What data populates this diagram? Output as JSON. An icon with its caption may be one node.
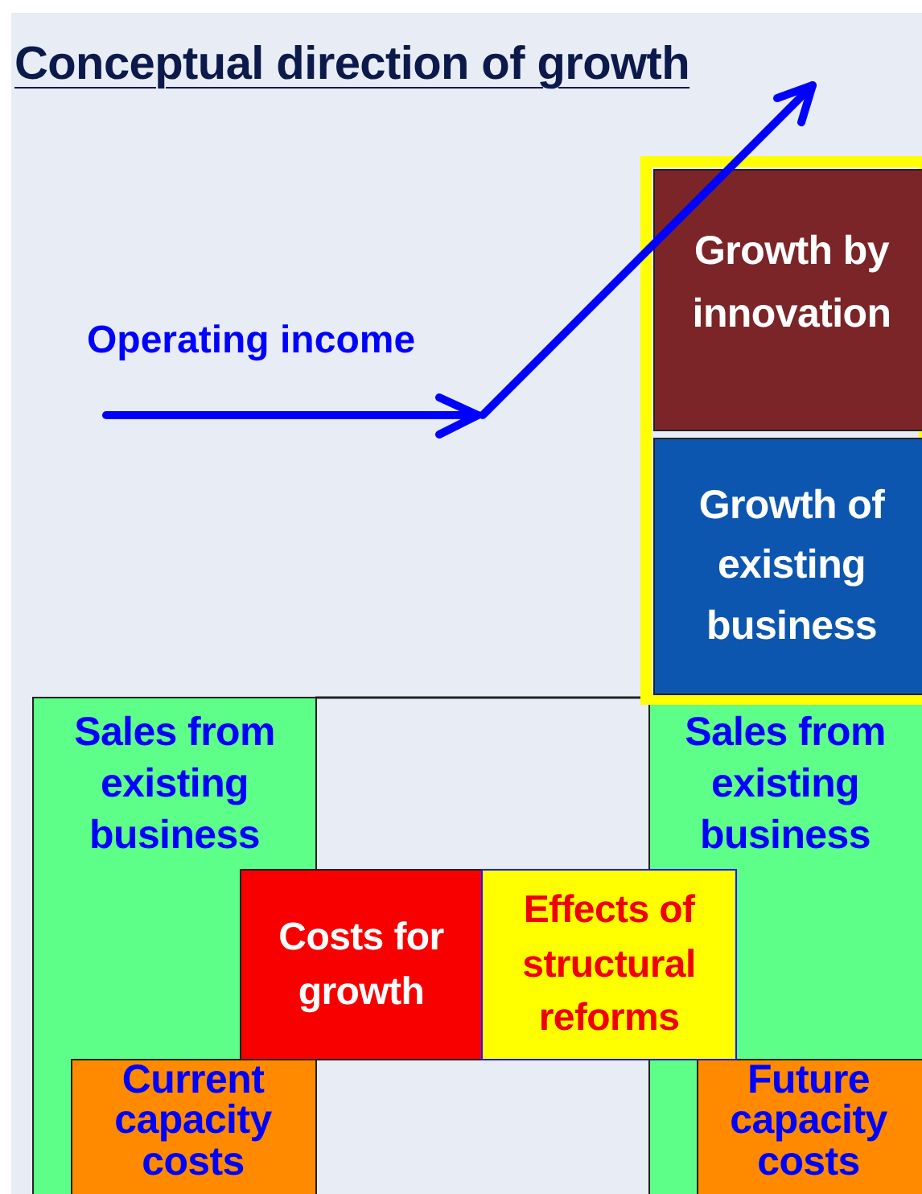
{
  "diagram": {
    "title": "Conceptual direction of growth",
    "nodes": [
      {
        "text": [],
        "shape": "box"
      },
      {
        "text": [
          "Growth by innovation"
        ],
        "in": 0
      },
      {
        "text": [
          "Growth of existing business"
        ],
        "in": 0
      },
      {
        "text": [
          "Sales from existing business"
        ]
      },
      {
        "text": [
          "Sales from existing business"
        ]
      },
      {
        "text": [
          "Costs for growth"
        ]
      },
      {
        "text": [
          "Effects of structural reforms"
        ]
      },
      {
        "text": [
          "Current capacity costs"
        ],
        "in": 3
      },
      {
        "text": [
          "Future capacity costs"
        ],
        "in": 4
      }
    ],
    "labels": [
      "Operating income"
    ]
  }
}
